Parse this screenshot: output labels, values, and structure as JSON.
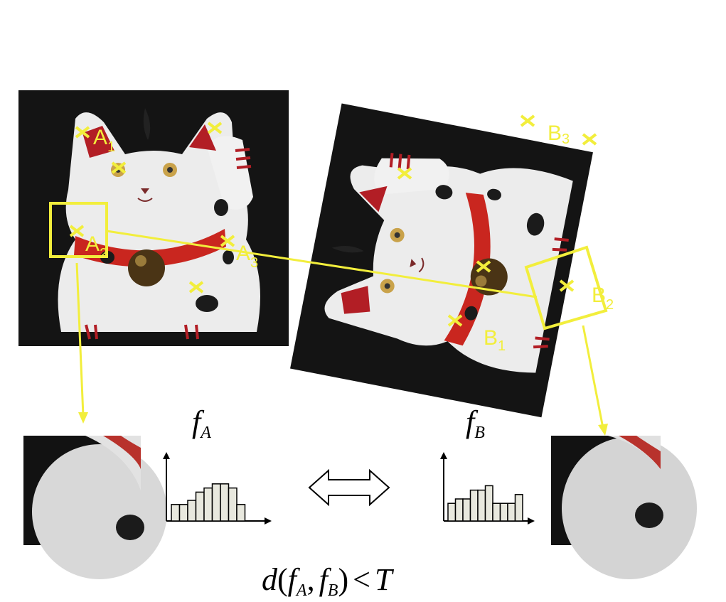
{
  "colors": {
    "marker": "#f2ee3c",
    "background": "#111111",
    "figurine": "#e9e9e9",
    "collar": "#c9261f",
    "bar_fill": "#e8e8de",
    "ink": "#000000"
  },
  "labels": {
    "a1": {
      "base": "A",
      "sub": "1"
    },
    "a2": {
      "base": "A",
      "sub": "2"
    },
    "a3": {
      "base": "A",
      "sub": "3"
    },
    "b1": {
      "base": "B",
      "sub": "1"
    },
    "b2": {
      "base": "B",
      "sub": "2"
    },
    "b3": {
      "base": "B",
      "sub": "3"
    }
  },
  "descriptor_a": {
    "f": "f",
    "sub": "A"
  },
  "descriptor_b": {
    "f": "f",
    "sub": "B"
  },
  "histogram_a": [
    4,
    4,
    5,
    7,
    8,
    9,
    9,
    8,
    4
  ],
  "histogram_b": [
    4,
    5,
    5,
    7,
    7,
    8,
    4,
    4,
    4,
    6
  ],
  "formula": {
    "d": "d",
    "open": "(",
    "fa": "f",
    "fa_sub": "A",
    "comma": ",",
    "fb": "f",
    "fb_sub": "B",
    "close": ")",
    "lt": "<",
    "t": "T"
  },
  "icons": {
    "match": "double-arrow-icon",
    "keypoint": "cross-marker-icon"
  }
}
